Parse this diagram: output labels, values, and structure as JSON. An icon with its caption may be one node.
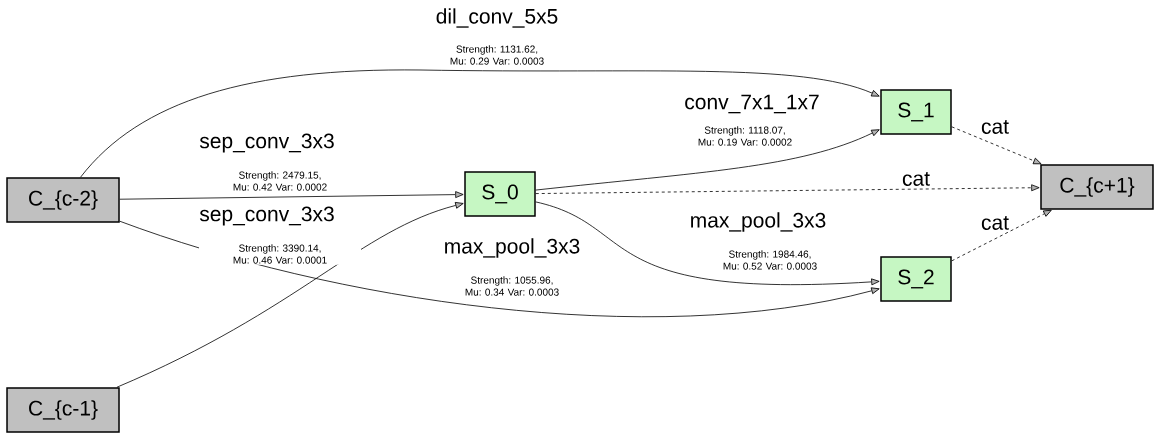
{
  "diagram": {
    "nodes": [
      {
        "text": [
          "C_{c-2}"
        ]
      },
      {
        "text": [
          "C_{c-1}"
        ]
      },
      {
        "text": [
          "S_0"
        ]
      },
      {
        "text": [
          "S_1"
        ]
      },
      {
        "text": [
          "S_2"
        ]
      },
      {
        "text": [
          "C_{c+1}"
        ]
      }
    ],
    "edges": [
      {
        "from": 0,
        "to": 3,
        "arrow": "to",
        "label": "dil_conv_5x5"
      },
      {
        "from": 0,
        "to": 2,
        "arrow": "to",
        "label": "sep_conv_3x3"
      },
      {
        "from": 0,
        "to": 4,
        "arrow": "to",
        "label": "sep_conv_3x3"
      },
      {
        "from": 1,
        "to": 2,
        "arrow": "to",
        "label": "max_pool_3x3"
      },
      {
        "from": 2,
        "to": 3,
        "arrow": "to",
        "label": "conv_7x1_1x7"
      },
      {
        "from": 2,
        "to": 4,
        "arrow": "to",
        "label": "max_pool_3x3"
      },
      {
        "from": 3,
        "to": 5,
        "arrow": "to",
        "label": "cat",
        "style": "dashed"
      },
      {
        "from": 2,
        "to": 5,
        "arrow": "to",
        "label": "cat",
        "style": "dashed"
      },
      {
        "from": 4,
        "to": 5,
        "arrow": "to",
        "label": "cat",
        "style": "dashed"
      }
    ],
    "labels": [
      "Strength: 1131.62, Mu: 0.29 Var: 0.0003",
      "Strength: 1118.07, Mu: 0.19 Var: 0.0002",
      "Strength: 2479.15, Mu: 0.42 Var: 0.0002",
      "Strength: 3390.14, Mu: 0.46 Var: 0.0001",
      "Strength: 1984.46, Mu: 0.52 Var: 0.0003",
      "Strength: 1055.96, Mu: 0.34 Var: 0.0003"
    ]
  }
}
